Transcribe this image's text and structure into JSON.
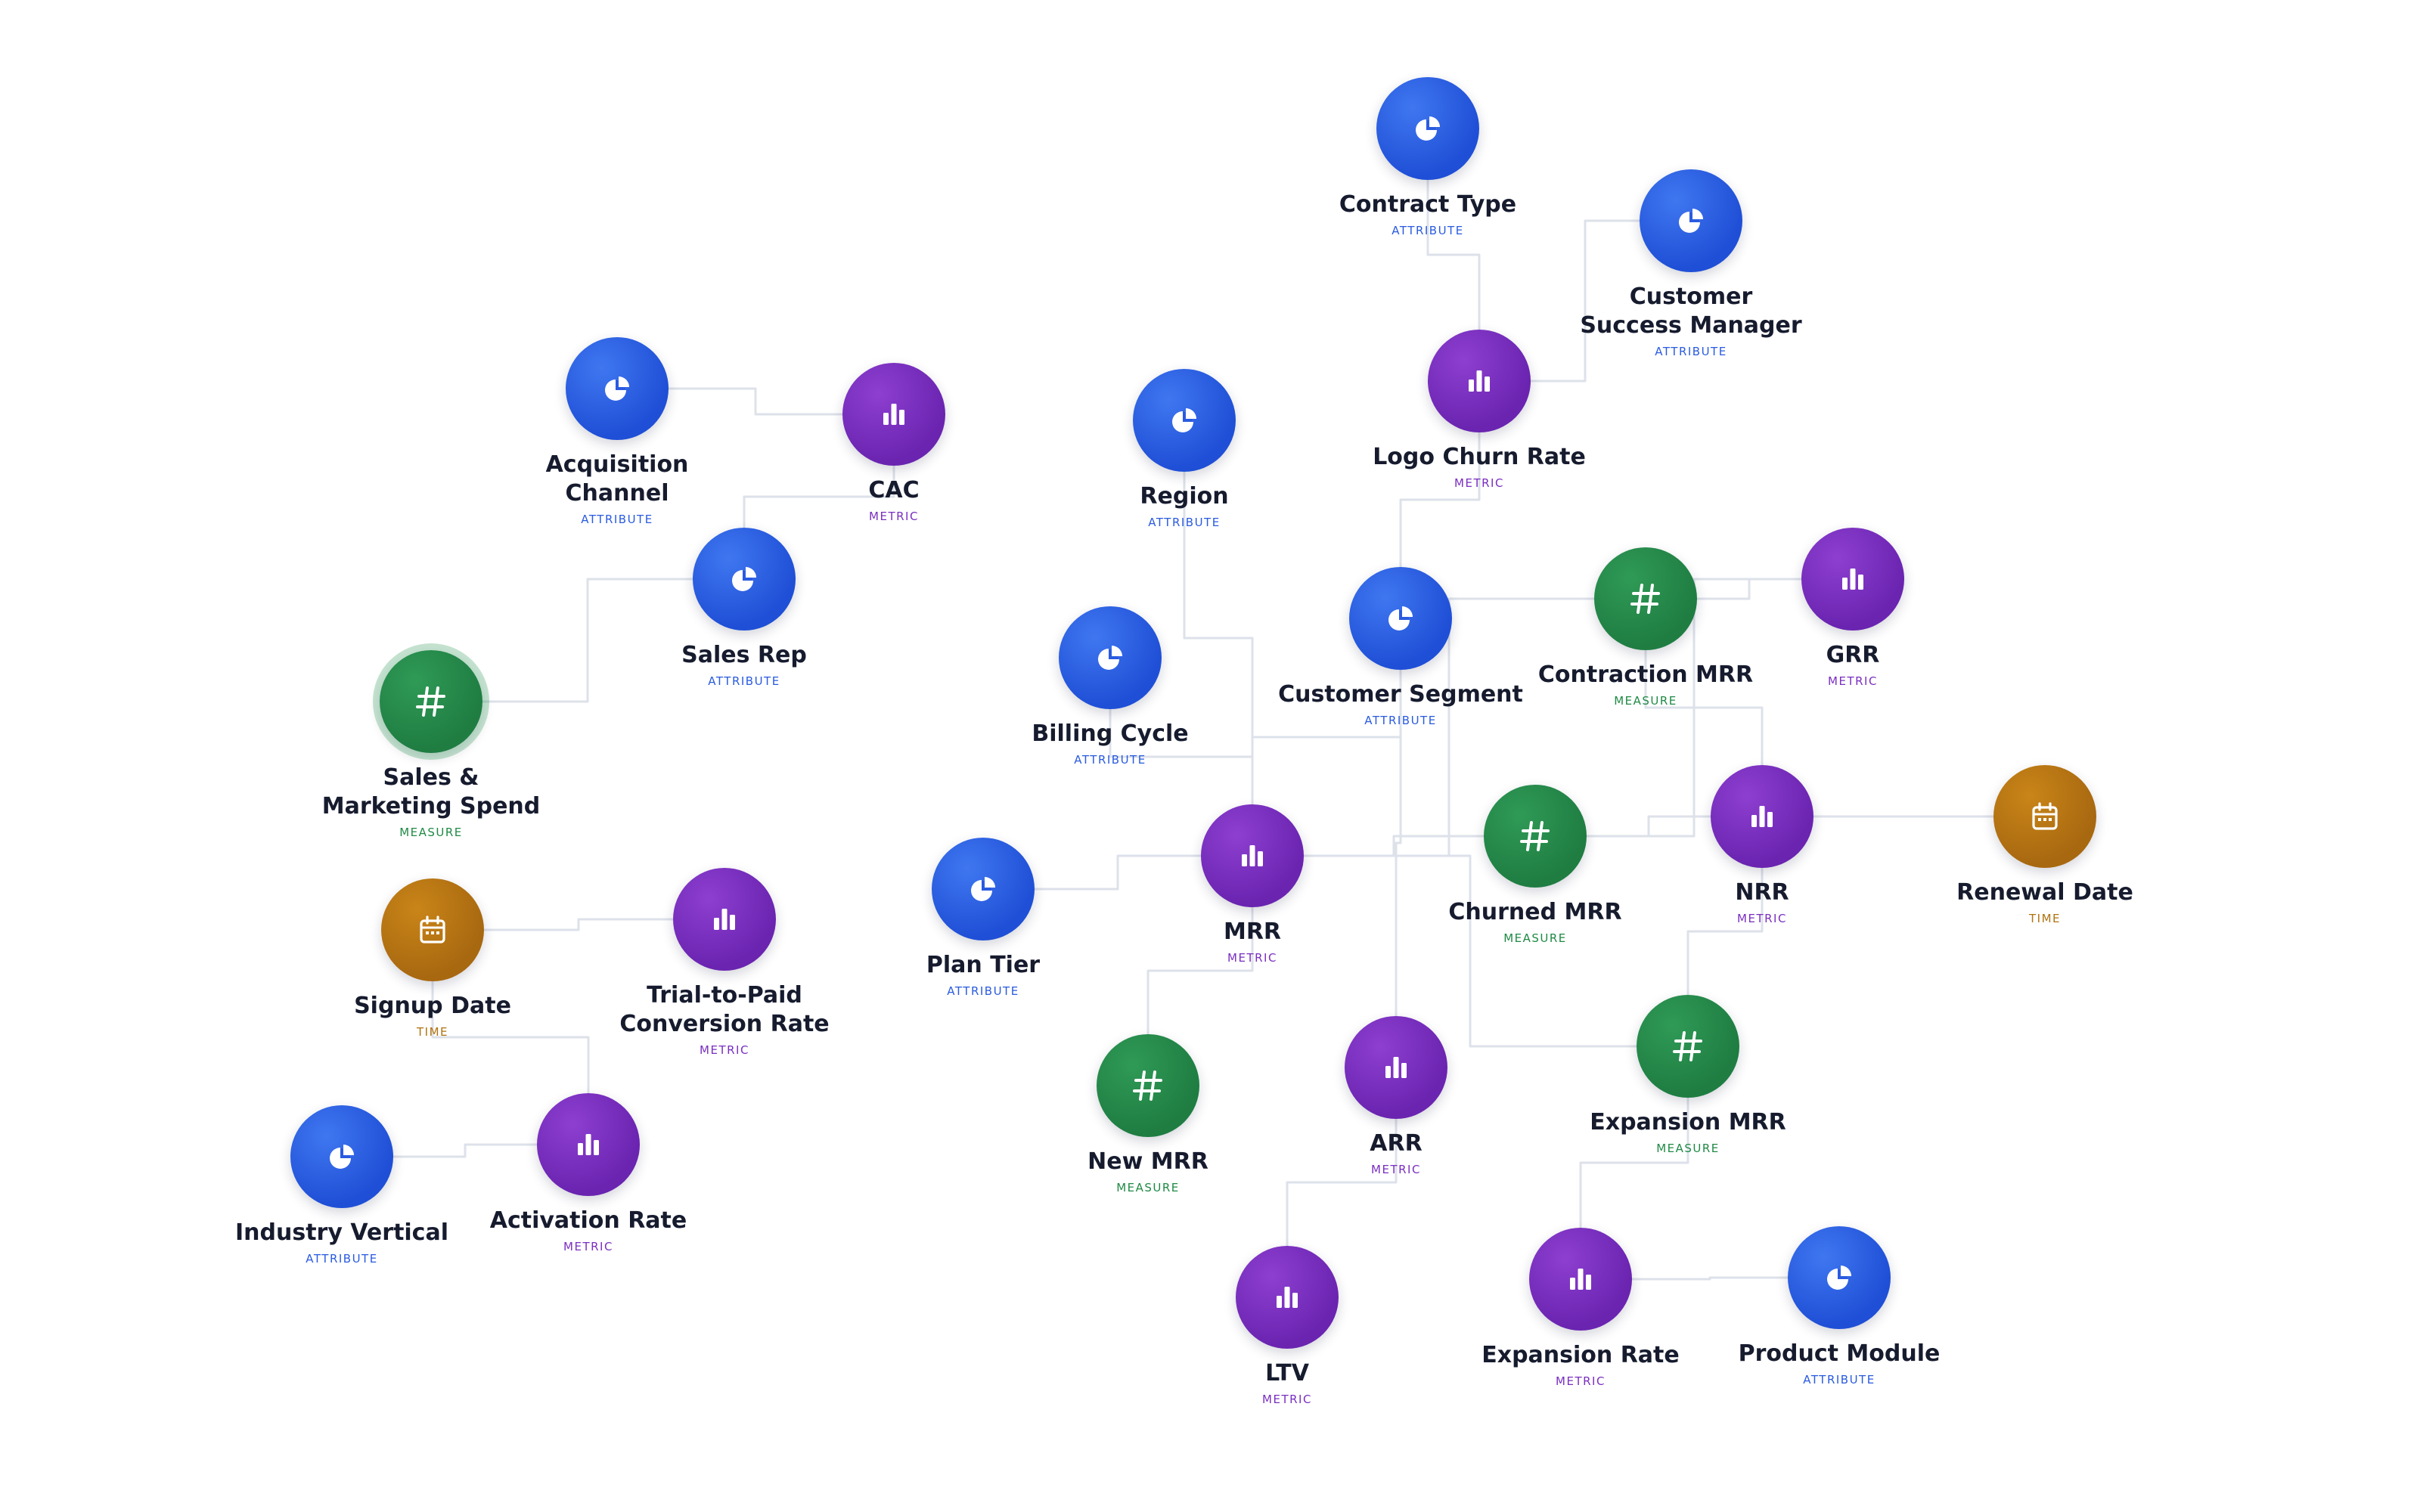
{
  "type_labels": {
    "attribute": "ATTRIBUTE",
    "metric": "METRIC",
    "measure": "MEASURE",
    "time": "TIME"
  },
  "type_icons": {
    "attribute": "pie-chart-icon",
    "metric": "bar-chart-icon",
    "measure": "hash-icon",
    "time": "calendar-icon"
  },
  "type_colors": {
    "attribute": "#2a5be0",
    "metric": "#7a2fc0",
    "measure": "#1f8a45",
    "time": "#b1720f"
  },
  "edge_color": "#dde1ea",
  "selected_node": "sales_marketing_spend",
  "nodes": [
    {
      "id": "contract_type",
      "label": "Contract Type",
      "type": "attribute"
    },
    {
      "id": "customer_success_manager",
      "label": "Customer Success Manager",
      "type": "attribute"
    },
    {
      "id": "logo_churn_rate",
      "label": "Logo Churn Rate",
      "type": "metric"
    },
    {
      "id": "acquisition_channel",
      "label": "Acquisition Channel",
      "type": "attribute"
    },
    {
      "id": "cac",
      "label": "CAC",
      "type": "metric"
    },
    {
      "id": "region",
      "label": "Region",
      "type": "attribute"
    },
    {
      "id": "sales_rep",
      "label": "Sales Rep",
      "type": "attribute"
    },
    {
      "id": "customer_segment",
      "label": "Customer Segment",
      "type": "attribute"
    },
    {
      "id": "contraction_mrr",
      "label": "Contraction MRR",
      "type": "measure"
    },
    {
      "id": "grr",
      "label": "GRR",
      "type": "metric"
    },
    {
      "id": "sales_marketing_spend",
      "label": "Sales & Marketing Spend",
      "type": "measure"
    },
    {
      "id": "billing_cycle",
      "label": "Billing Cycle",
      "type": "attribute"
    },
    {
      "id": "churned_mrr",
      "label": "Churned MRR",
      "type": "measure"
    },
    {
      "id": "nrr",
      "label": "NRR",
      "type": "metric"
    },
    {
      "id": "renewal_date",
      "label": "Renewal Date",
      "type": "time"
    },
    {
      "id": "mrr",
      "label": "MRR",
      "type": "metric"
    },
    {
      "id": "signup_date",
      "label": "Signup Date",
      "type": "time"
    },
    {
      "id": "trial_to_paid",
      "label": "Trial-to-Paid Conversion Rate",
      "type": "metric"
    },
    {
      "id": "plan_tier",
      "label": "Plan Tier",
      "type": "attribute"
    },
    {
      "id": "expansion_mrr",
      "label": "Expansion MRR",
      "type": "measure"
    },
    {
      "id": "arr",
      "label": "ARR",
      "type": "metric"
    },
    {
      "id": "new_mrr",
      "label": "New MRR",
      "type": "measure"
    },
    {
      "id": "activation_rate",
      "label": "Activation Rate",
      "type": "metric"
    },
    {
      "id": "industry_vertical",
      "label": "Industry Vertical",
      "type": "attribute"
    },
    {
      "id": "ltv",
      "label": "LTV",
      "type": "metric"
    },
    {
      "id": "expansion_rate",
      "label": "Expansion Rate",
      "type": "metric"
    },
    {
      "id": "product_module",
      "label": "Product Module",
      "type": "attribute"
    }
  ],
  "edges": [
    [
      "contract_type",
      "logo_churn_rate"
    ],
    [
      "customer_success_manager",
      "logo_churn_rate"
    ],
    [
      "logo_churn_rate",
      "customer_segment"
    ],
    [
      "acquisition_channel",
      "cac"
    ],
    [
      "cac",
      "sales_rep"
    ],
    [
      "sales_rep",
      "sales_marketing_spend"
    ],
    [
      "region",
      "mrr"
    ],
    [
      "billing_cycle",
      "mrr"
    ],
    [
      "plan_tier",
      "mrr"
    ],
    [
      "customer_segment",
      "mrr"
    ],
    [
      "customer_segment",
      "arr"
    ],
    [
      "contraction_mrr",
      "grr"
    ],
    [
      "contraction_mrr",
      "nrr"
    ],
    [
      "contraction_mrr",
      "mrr"
    ],
    [
      "grr",
      "churned_mrr"
    ],
    [
      "churned_mrr",
      "nrr"
    ],
    [
      "churned_mrr",
      "mrr"
    ],
    [
      "nrr",
      "renewal_date"
    ],
    [
      "nrr",
      "expansion_mrr"
    ],
    [
      "mrr",
      "new_mrr"
    ],
    [
      "mrr",
      "expansion_mrr"
    ],
    [
      "arr",
      "ltv"
    ],
    [
      "expansion_mrr",
      "expansion_rate"
    ],
    [
      "expansion_rate",
      "product_module"
    ],
    [
      "signup_date",
      "trial_to_paid"
    ],
    [
      "signup_date",
      "activation_rate"
    ],
    [
      "activation_rate",
      "industry_vertical"
    ]
  ]
}
